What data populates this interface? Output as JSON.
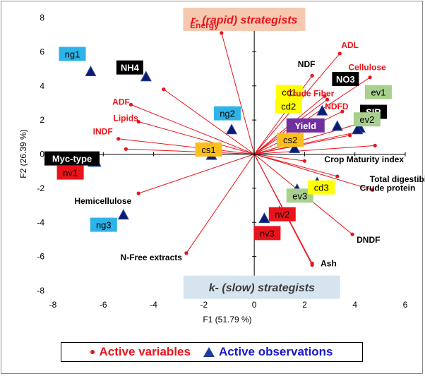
{
  "colors": {
    "variable": "#e8141b",
    "vector": "#e8141b",
    "observation": "#0c1a6e",
    "observation_edge": "#1f3d99",
    "r_banner_bg": "#f7c8b0",
    "r_banner_text": "#e8141b",
    "k_banner_bg": "#d6e4ef",
    "k_banner_text": "#3b3b3b"
  },
  "chart_data": {
    "type": "scatter",
    "xlabel": "F1 (51.79 %)",
    "ylabel": "F2 (26.39 %)",
    "xlim": [
      -8,
      6
    ],
    "ylim": [
      -8,
      8
    ],
    "xticks": [
      -8,
      -6,
      -4,
      -2,
      0,
      2,
      4,
      6
    ],
    "yticks": [
      -8,
      -6,
      -4,
      -2,
      0,
      2,
      4,
      6,
      8
    ],
    "grid": false,
    "legend_position": "bottom",
    "legend": [
      {
        "label": "Active variables",
        "marker": "dot",
        "color": "#e8141b"
      },
      {
        "label": "Active observations",
        "marker": "triangle",
        "color": "#1f3d99"
      }
    ],
    "banners": [
      {
        "text": "r- (rapid) strategists",
        "x": -0.4,
        "y": 7.9,
        "bg": "#f7c8b0",
        "color": "#e8141b"
      },
      {
        "text": "k- (slow) strategists",
        "x": 0.3,
        "y": -7.8,
        "bg": "#d6e4ef",
        "color": "#3b3b3b"
      }
    ],
    "variables": [
      {
        "name": "Energy",
        "x": -1.3,
        "y": 7.1,
        "color": "#e8141b"
      },
      {
        "name": "ADL",
        "x": 3.4,
        "y": 5.9,
        "color": "#e8141b"
      },
      {
        "name": "NDF",
        "x": 2.3,
        "y": 4.6,
        "color": "#000000"
      },
      {
        "name": "Cellulose",
        "x": 4.6,
        "y": 4.5,
        "color": "#e8141b"
      },
      {
        "name": "Crude Fiber",
        "x": 2.8,
        "y": 3.4,
        "color": "#e8141b"
      },
      {
        "name": "NDFD",
        "x": 3.5,
        "y": 2.5,
        "color": "#e8141b"
      },
      {
        "name": "ADF",
        "x": -4.9,
        "y": 2.9,
        "color": "#e8141b"
      },
      {
        "name": "Lipids",
        "x": -4.6,
        "y": 1.9,
        "color": "#e8141b"
      },
      {
        "name": "INDF",
        "x": -5.4,
        "y": 0.9,
        "color": "#e8141b"
      },
      {
        "name": "Crop Maturity index",
        "x": 2.0,
        "y": -0.4,
        "color": "#000000"
      },
      {
        "name": "Total digestibility",
        "x": 3.3,
        "y": -1.3,
        "color": "#000000"
      },
      {
        "name": "Crude protein",
        "x": 4.7,
        "y": -2.1,
        "color": "#000000"
      },
      {
        "name": "Hemicellulose",
        "x": -4.6,
        "y": -2.3,
        "color": "#000000"
      },
      {
        "name": "DNDF",
        "x": 3.9,
        "y": -4.7,
        "color": "#000000"
      },
      {
        "name": "N-Free extracts",
        "x": -2.7,
        "y": -5.8,
        "color": "#000000"
      },
      {
        "name": "Ash",
        "x": 2.3,
        "y": -6.4,
        "color": "#000000"
      }
    ],
    "unlabeled_variables": [
      {
        "x": -3.6,
        "y": 3.8
      },
      {
        "x": -5.1,
        "y": 0.3
      },
      {
        "x": 2.9,
        "y": 3.2
      },
      {
        "x": 4.2,
        "y": 1.8
      },
      {
        "x": 4.1,
        "y": 1.3
      },
      {
        "x": 3.8,
        "y": 1.1
      },
      {
        "x": 4.8,
        "y": 0.5
      },
      {
        "x": 2.3,
        "y": -6.5
      }
    ],
    "observations": [
      {
        "name": "ng1",
        "x": -6.5,
        "y": 4.8,
        "label_bg": "#2db3e8",
        "label_color": "#000000"
      },
      {
        "name": "NH4",
        "x": -4.3,
        "y": 4.5,
        "label_bg": "#000000",
        "label_color": "#ffffff"
      },
      {
        "name": "ng2",
        "x": -0.9,
        "y": 1.4,
        "label_bg": "#2db3e8",
        "label_color": "#000000"
      },
      {
        "name": "Myc-type",
        "x": -6.4,
        "y": -0.5,
        "label_bg": "#000000",
        "label_color": "#ffffff"
      },
      {
        "name": "cs1",
        "x": -1.7,
        "y": -0.1,
        "label_bg": "#fbbe1d",
        "label_color": "#000000"
      },
      {
        "name": "nv1",
        "x": -6.3,
        "y": -0.5,
        "label_bg": "#e8141b",
        "label_color": "#000000"
      },
      {
        "name": "ng3",
        "x": -5.2,
        "y": -3.6,
        "label_bg": "#2db3e8",
        "label_color": "#000000"
      },
      {
        "name": "cd1",
        "x": 1.7,
        "y": 1.7,
        "label_bg": "#ffff00",
        "label_color": "#000000"
      },
      {
        "name": "cd2",
        "x": 1.7,
        "y": 1.7,
        "label_bg": "#ffff00",
        "label_color": "#000000"
      },
      {
        "name": "NO3",
        "x": 2.7,
        "y": 2.5,
        "label_bg": "#000000",
        "label_color": "#ffffff"
      },
      {
        "name": "ev1",
        "x": 4.4,
        "y": 1.9,
        "label_bg": "#a9d08e",
        "label_color": "#000000"
      },
      {
        "name": "SIR",
        "x": 4.4,
        "y": 1.9,
        "label_bg": "#000000",
        "label_color": "#ffffff"
      },
      {
        "name": "Yield",
        "x": 3.3,
        "y": 1.6,
        "label_bg": "#7030a0",
        "label_color": "#ffffff"
      },
      {
        "name": "cs2",
        "x": 1.6,
        "y": 0.3,
        "label_bg": "#fbbe1d",
        "label_color": "#000000"
      },
      {
        "name": "ev2",
        "x": 4.2,
        "y": 1.5,
        "label_bg": "#a9d08e",
        "label_color": "#000000"
      },
      {
        "name": "ev3",
        "x": 1.7,
        "y": -2.1,
        "label_bg": "#a9d08e",
        "label_color": "#000000"
      },
      {
        "name": "cd3",
        "x": 2.5,
        "y": -1.7,
        "label_bg": "#ffff00",
        "label_color": "#000000"
      },
      {
        "name": "nv2",
        "x": 1.0,
        "y": -3.4,
        "label_bg": "#e8141b",
        "label_color": "#000000"
      },
      {
        "name": "nv3",
        "x": 0.4,
        "y": -3.8,
        "label_bg": "#e8141b",
        "label_color": "#000000"
      },
      {
        "name": "",
        "x": 4.1,
        "y": 1.4
      }
    ]
  }
}
